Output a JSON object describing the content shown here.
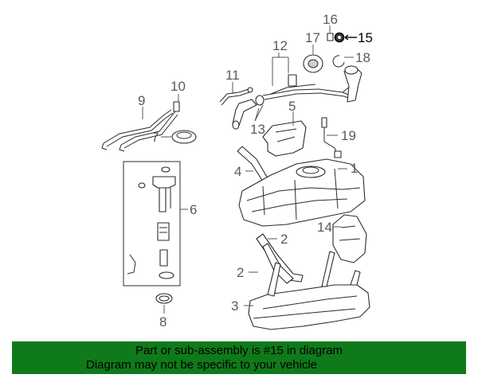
{
  "callouts": {
    "c1": "1",
    "c2a": "2",
    "c2b": "2",
    "c3": "3",
    "c4": "4",
    "c5": "5",
    "c6": "6",
    "c7": "7",
    "c8": "8",
    "c9": "9",
    "c10": "10",
    "c11": "11",
    "c12": "12",
    "c13": "13",
    "c14": "14",
    "c15": "15",
    "c16": "16",
    "c17": "17",
    "c18": "18",
    "c19": "19"
  },
  "highlight": {
    "part": "15",
    "color": "#000000"
  },
  "banner": {
    "line1": "Part or sub-assembly is #15 in diagram",
    "line2": "Diagram may not be specific to your vehicle",
    "background": "#0f7a1a"
  }
}
